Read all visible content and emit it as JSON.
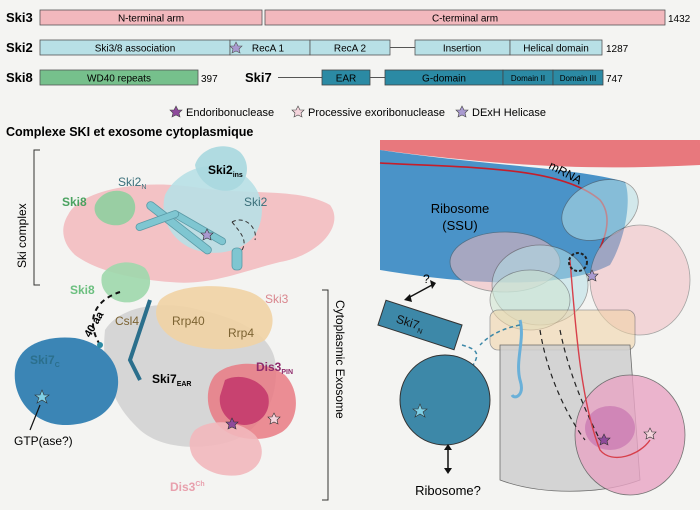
{
  "domains": {
    "ski3": {
      "label": "Ski3",
      "arm1": "N-terminal arm",
      "arm2": "C-terminal arm",
      "end": "1432"
    },
    "ski2": {
      "label": "Ski2",
      "assoc": "Ski3/8 association",
      "reca1": "RecA 1",
      "reca2": "RecA 2",
      "insertion": "Insertion",
      "helical": "Helical domain",
      "end": "1287"
    },
    "ski8": {
      "label": "Ski8",
      "wd40": "WD40 repeats",
      "end": "397"
    },
    "ski7": {
      "label": "Ski7",
      "ear": "EAR",
      "gdomain": "G-domain",
      "d2": "Domain II",
      "d3": "Domain III",
      "end": "747"
    }
  },
  "legend": {
    "endo": "Endoribonuclease",
    "exo": "Processive exoribonuclease",
    "dexh": "DExH Helicase",
    "colors": {
      "endo": "#8e4a9b",
      "exo": "#f4d4dc",
      "dexh": "#a99ad0"
    }
  },
  "title": "Complexe SKI et exosome cytoplasmique",
  "left": {
    "ski_complex": "Ski complex",
    "cyto_exosome": "Cytoplasmic Exosome",
    "ski2ins": "Ski2",
    "ski2ins_sub": "ins",
    "ski2n": "Ski2",
    "ski2n_sub": "N",
    "ski8a": "Ski8",
    "ski2": "Ski2",
    "ski8b": "Ski8",
    "ski3": "Ski3",
    "aa": "40 aa",
    "csl4": "Csl4",
    "rrp40": "Rrp40",
    "rrp4": "Rrp4",
    "ski7c": "Ski7",
    "ski7c_sub": "C",
    "ski7ear": "Ski7",
    "ski7ear_sub": "EAR",
    "dis3pin": "Dis3",
    "dis3pin_sub": "PIN",
    "gtp": "GTP(ase?)",
    "dis3ch": "Dis3",
    "dis3ch_sub": "Ch"
  },
  "right": {
    "ribosome": "Ribosome",
    "ssu": "(SSU)",
    "mrna": "mRNA",
    "q": "?",
    "ski7n": "Ski7",
    "ski7n_sub": "N",
    "ribosome_q": "Ribosome?"
  },
  "colors": {
    "ski3": "#f2b8bd",
    "ski2": "#b8e0e6",
    "ski8": "#76c08c",
    "ski7": "#2b8aa4",
    "ribosome": "#4a93c8",
    "pink": "#f2b8bd"
  }
}
